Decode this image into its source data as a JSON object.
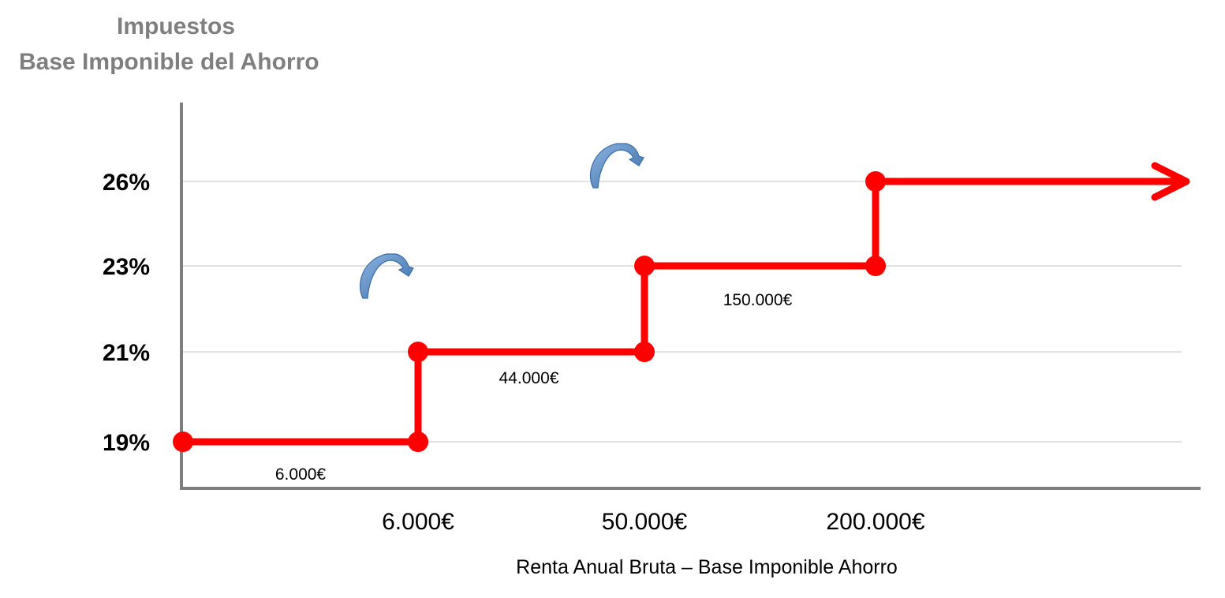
{
  "chart_data": {
    "type": "line",
    "title_line1": "Impuestos",
    "title_line2": "Base Imponible del Ahorro",
    "xlabel": "Renta Anual Bruta – Base Imponible Ahorro",
    "y_ticks": [
      {
        "value": 19,
        "label": "19%"
      },
      {
        "value": 21,
        "label": "21%"
      },
      {
        "value": 23,
        "label": "23%"
      },
      {
        "value": 26,
        "label": "26%"
      }
    ],
    "x_ticks": [
      {
        "value": 6000,
        "label": "6.000€"
      },
      {
        "value": 50000,
        "label": "50.000€"
      },
      {
        "value": 200000,
        "label": "200.000€"
      }
    ],
    "series": [
      {
        "color": "#ff0000",
        "points": [
          {
            "x": 0,
            "y": 19
          },
          {
            "x": 6000,
            "y": 19
          },
          {
            "x": 6000,
            "y": 21
          },
          {
            "x": 50000,
            "y": 21
          },
          {
            "x": 50000,
            "y": 23
          },
          {
            "x": 200000,
            "y": 23
          },
          {
            "x": 200000,
            "y": 26
          }
        ]
      }
    ],
    "segment_labels": [
      {
        "from": 0,
        "to": 6000,
        "y": 19,
        "label": "6.000€"
      },
      {
        "from": 6000,
        "to": 50000,
        "y": 21,
        "label": "44.000€"
      },
      {
        "from": 50000,
        "to": 200000,
        "y": 23,
        "label": "150.000€"
      }
    ],
    "grid": true,
    "colors": {
      "line": "#ff0000",
      "axis": "#7f7f7f",
      "grid": "#d9d9d9",
      "arrow_icon": "#4f81bd"
    }
  }
}
